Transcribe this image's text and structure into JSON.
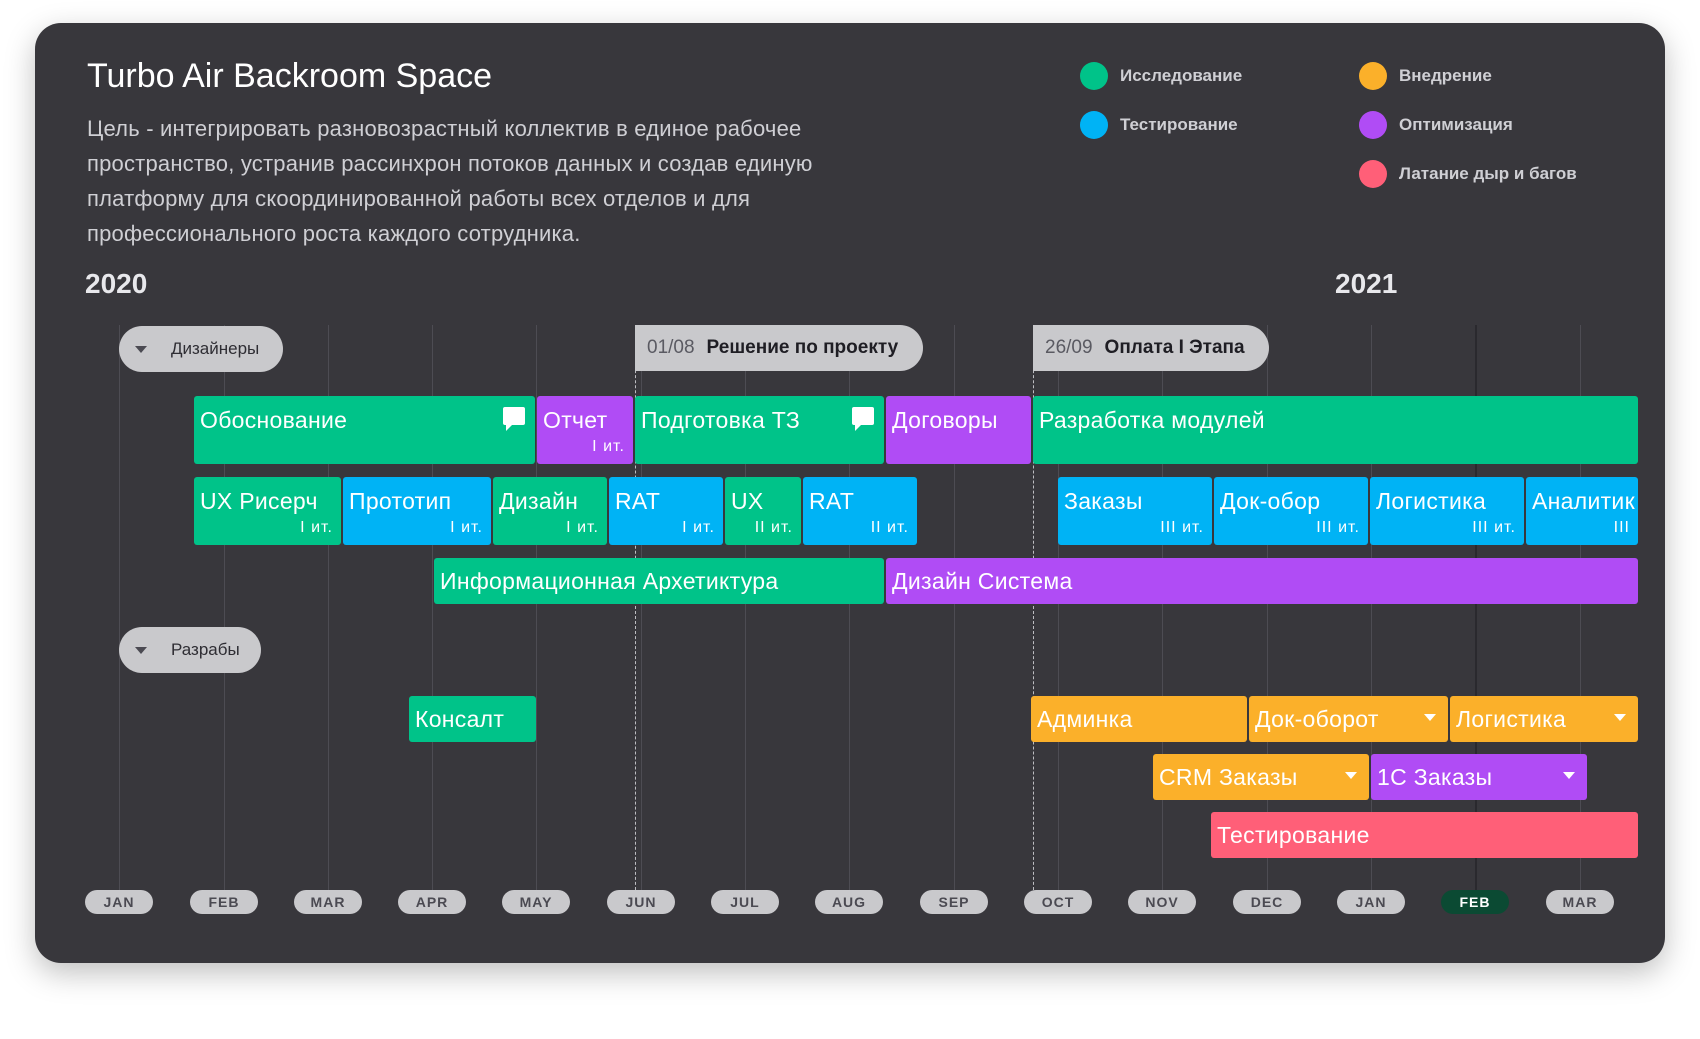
{
  "header": {
    "title": "Turbo Air Backroom Space",
    "description": "Цель - интегрировать разновозрастный коллектив в единое рабочее пространство, устранив рассинхрон потоков данных и создав единую платформу для скоординированной работы всех отделов и для профессионального роста каждого сотрудника."
  },
  "legend": [
    {
      "label": "Исследование",
      "color": "#00c389"
    },
    {
      "label": "Внедрение",
      "color": "#fbb02a"
    },
    {
      "label": "Тестирование",
      "color": "#00b3f5"
    },
    {
      "label": "Оптимизация",
      "color": "#b04cf5"
    },
    {
      "label": "Латание дыр и багов",
      "color": "#ff5f78"
    }
  ],
  "years": [
    "2020",
    "2021"
  ],
  "months": [
    "JAN",
    "FEB",
    "MAR",
    "APR",
    "MAY",
    "JUN",
    "JUL",
    "AUG",
    "SEP",
    "OCT",
    "NOV",
    "DEC",
    "JAN",
    "FEB",
    "MAR"
  ],
  "active_month": "FEB",
  "groups": [
    {
      "label": "Дизайнеры"
    },
    {
      "label": "Разрабы"
    }
  ],
  "milestones": [
    {
      "date": "01/08",
      "label": "Решение по проекту"
    },
    {
      "date": "26/09",
      "label": "Оплата I Этапа"
    }
  ],
  "tasks": [
    {
      "label": "Обоснование",
      "category": "research",
      "comment": true
    },
    {
      "label": "Отчет",
      "iteration": "I ит.",
      "category": "optimization"
    },
    {
      "label": "Подготовка ТЗ",
      "category": "research",
      "comment": true
    },
    {
      "label": "Договоры",
      "category": "optimization"
    },
    {
      "label": "Разработка модулей",
      "category": "research"
    },
    {
      "label": "UX Рисерч",
      "iteration": "I ит.",
      "category": "research"
    },
    {
      "label": "Прототип",
      "iteration": "I ит.",
      "category": "testing"
    },
    {
      "label": "Дизайн",
      "iteration": "I ит.",
      "category": "research"
    },
    {
      "label": "RAT",
      "iteration": "I ит.",
      "category": "testing"
    },
    {
      "label": "UX",
      "iteration": "II ит.",
      "category": "research"
    },
    {
      "label": "RAT",
      "iteration": "II ит.",
      "category": "testing"
    },
    {
      "label": "Заказы",
      "iteration": "III ит.",
      "category": "testing"
    },
    {
      "label": "Док-обор",
      "iteration": "III ит.",
      "category": "testing"
    },
    {
      "label": "Логистика",
      "iteration": "III ит.",
      "category": "testing"
    },
    {
      "label": "Аналитик",
      "iteration": "III",
      "category": "testing"
    },
    {
      "label": "Информационная Архетиктура",
      "category": "research"
    },
    {
      "label": "Дизайн Система",
      "category": "optimization"
    },
    {
      "label": "Консалт",
      "category": "research"
    },
    {
      "label": "Админка",
      "category": "implementation"
    },
    {
      "label": "Док-оборот",
      "category": "implementation",
      "dropdown": true
    },
    {
      "label": "Логистика",
      "category": "implementation",
      "dropdown": true
    },
    {
      "label": "CRM Заказы",
      "category": "implementation",
      "dropdown": true
    },
    {
      "label": "1С Заказы",
      "category": "optimization",
      "dropdown": true
    },
    {
      "label": "Тестирование",
      "category": "bugs"
    }
  ]
}
